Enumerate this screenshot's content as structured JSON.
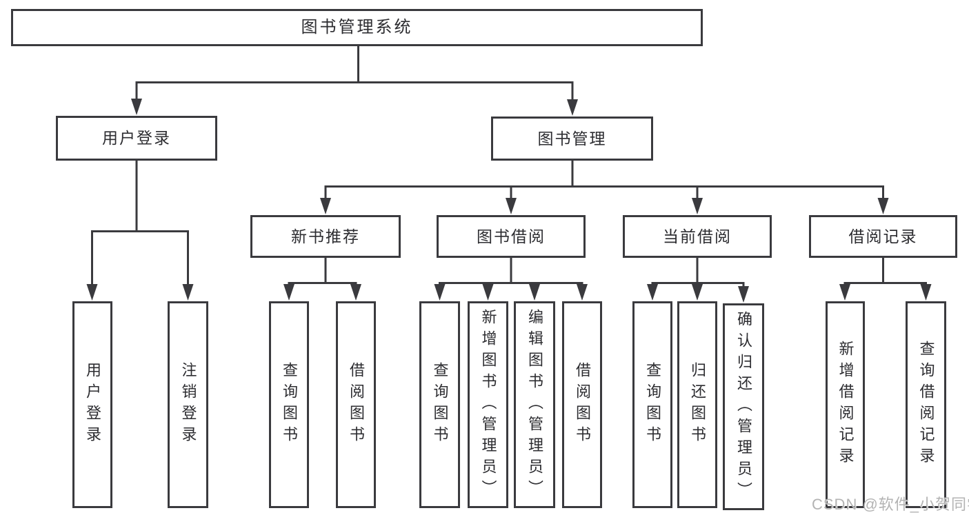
{
  "colors": {
    "line": "#3a3a3e",
    "text": "#2c2c30",
    "background": "#ffffff",
    "watermark": "#b3b3b3"
  },
  "watermark": "CSDN @软件_小贺同学",
  "tree": {
    "root": {
      "label": "图书管理系统"
    },
    "branches": [
      {
        "label": "用户登录",
        "children": [
          {
            "label": "用户登录"
          },
          {
            "label": "注销登录"
          }
        ]
      },
      {
        "label": "图书管理",
        "groups": [
          {
            "label": "新书推荐",
            "children": [
              {
                "label": "查询图书"
              },
              {
                "label": "借阅图书"
              }
            ]
          },
          {
            "label": "图书借阅",
            "children": [
              {
                "label": "查询图书"
              },
              {
                "label": "新增图书（管理员）"
              },
              {
                "label": "编辑图书（管理员）"
              },
              {
                "label": "借阅图书"
              }
            ]
          },
          {
            "label": "当前借阅",
            "children": [
              {
                "label": "查询图书"
              },
              {
                "label": "归还图书"
              },
              {
                "label": "确认归还（管理员）"
              }
            ]
          },
          {
            "label": "借阅记录",
            "children": [
              {
                "label": "新增借阅记录"
              },
              {
                "label": "查询借阅记录"
              }
            ]
          }
        ]
      }
    ]
  }
}
